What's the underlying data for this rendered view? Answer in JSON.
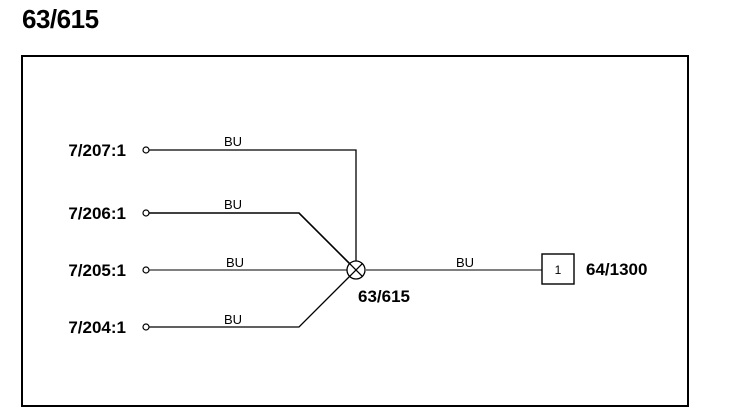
{
  "title": "63/615",
  "connectors": [
    {
      "id": "7/207:1",
      "wire": "BU"
    },
    {
      "id": "7/206:1",
      "wire": "BU"
    },
    {
      "id": "7/205:1",
      "wire": "BU"
    },
    {
      "id": "7/204:1",
      "wire": "BU"
    }
  ],
  "splice": {
    "label": "63/615"
  },
  "output": {
    "wire": "BU",
    "pin": "1",
    "label": "64/1300"
  }
}
